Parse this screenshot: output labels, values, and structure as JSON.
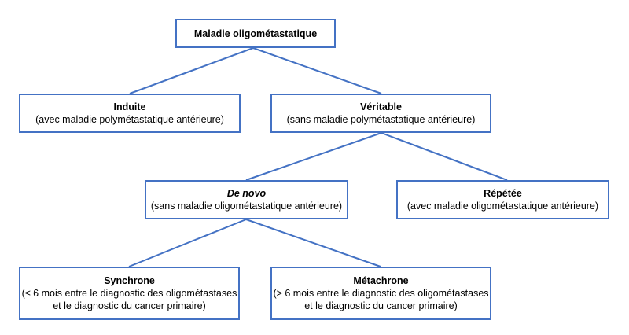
{
  "nodes": {
    "root": {
      "title": "Maladie oligométastatique"
    },
    "induite": {
      "title": "Induite",
      "sub": "(avec maladie polymétastatique antérieure)"
    },
    "veritable": {
      "title": "Véritable",
      "sub": "(sans maladie polymétastatique antérieure)"
    },
    "de_novo": {
      "title": "De novo",
      "sub": "(sans maladie oligométastatique antérieure)"
    },
    "repetee": {
      "title": "Répétée",
      "sub": "(avec maladie oligométastatique antérieure)"
    },
    "synchrone": {
      "title": "Synchrone",
      "sub1": "(≤ 6 mois entre le diagnostic des oligométastases",
      "sub2": "et le diagnostic du cancer primaire)"
    },
    "metachrone": {
      "title": "Métachrone",
      "sub1": "(> 6 mois entre le diagnostic des oligométastases",
      "sub2": "et le diagnostic du cancer primaire)"
    }
  },
  "colors": {
    "line": "#4472c4",
    "border": "#4472c4"
  }
}
